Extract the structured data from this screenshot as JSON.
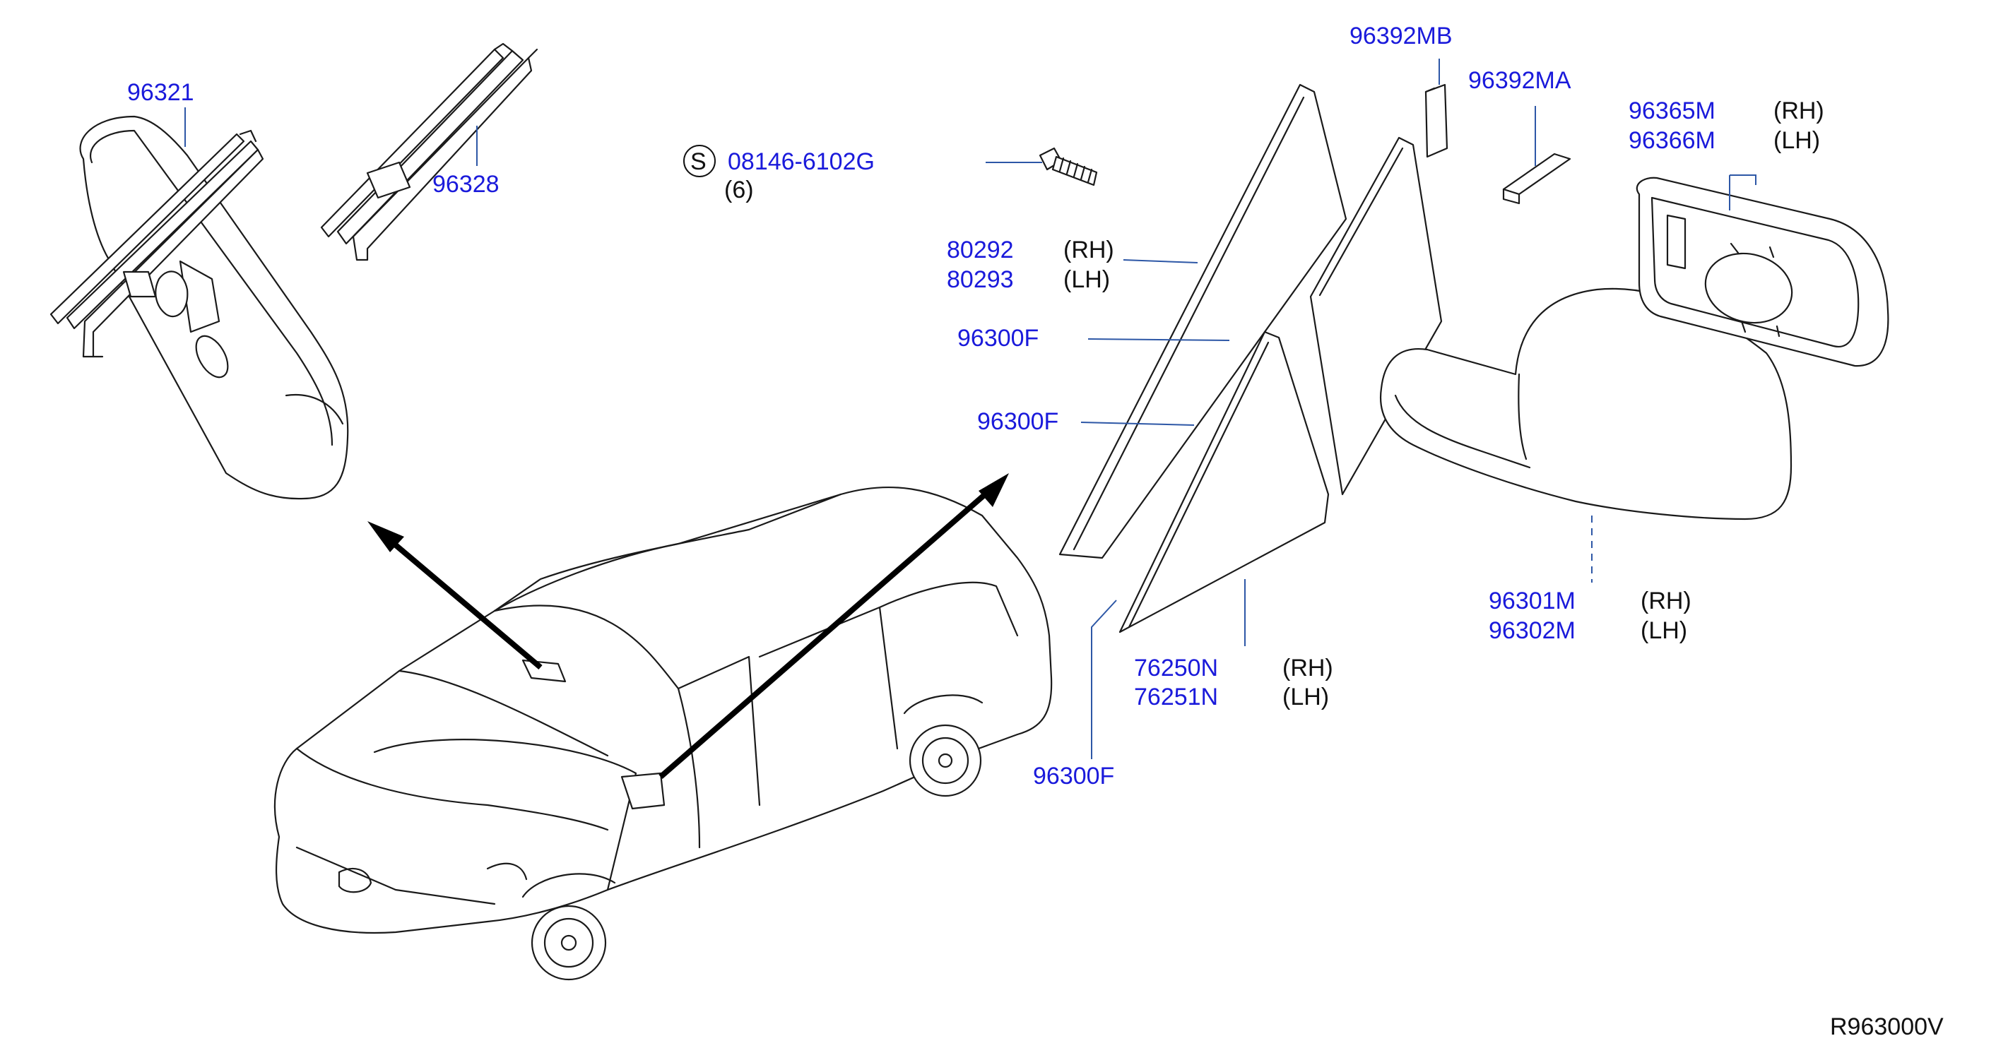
{
  "diagram": {
    "id_code": "R963000V",
    "colors": {
      "part_number": "#1a1adb",
      "note": "#111111",
      "leader": "#2d57a6",
      "line": "#1a1a1a"
    },
    "bolt_symbol": "S",
    "labels": {
      "p96321": "96321",
      "p96328": "96328",
      "bolt": "08146-6102G",
      "bolt_qty": "(6)",
      "p80292": "80292",
      "p80293": "80293",
      "p96300f_a": "96300F",
      "p96300f_b": "96300F",
      "p96300f_c": "96300F",
      "p96392mb": "96392MB",
      "p96392ma": "96392MA",
      "p96365m": "96365M",
      "p96366m": "96366M",
      "p96301m": "96301M",
      "p96302m": "96302M",
      "p76250n": "76250N",
      "p76251n": "76251N",
      "rh": "(RH)",
      "lh": "(LH)"
    }
  }
}
